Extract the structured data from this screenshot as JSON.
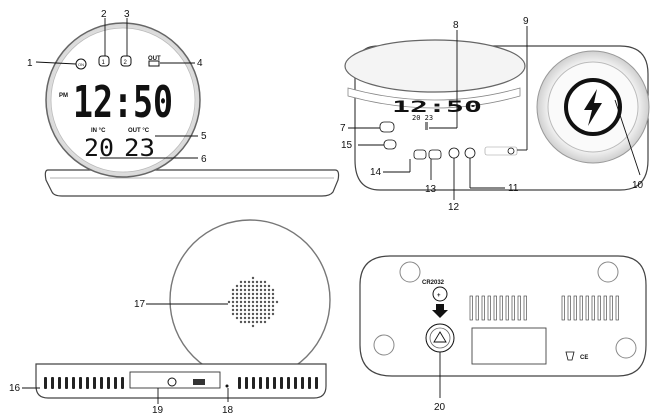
{
  "display": {
    "pm": "PM",
    "time": "12:50",
    "in_label": "IN °C",
    "out_label": "OUT °C",
    "in_temp": "20",
    "out_temp": "23",
    "out_icon_label": "OUT",
    "alarm1": "1",
    "alarm2": "2"
  },
  "top_view": {
    "time": "12:50",
    "temps": "20  23"
  },
  "battery": {
    "type": "CR2032",
    "plus": "+"
  },
  "callouts": {
    "c1": "1",
    "c2": "2",
    "c3": "3",
    "c4": "4",
    "c5": "5",
    "c6": "6",
    "c7": "7",
    "c8": "8",
    "c9": "9",
    "c10": "10",
    "c11": "11",
    "c12": "12",
    "c13": "13",
    "c14": "14",
    "c15": "15",
    "c16": "16",
    "c17": "17",
    "c18": "18",
    "c19": "19",
    "c20": "20"
  },
  "colors": {
    "outline": "#444444",
    "ink": "#111111",
    "charger_ring": "#cfcfcf"
  }
}
